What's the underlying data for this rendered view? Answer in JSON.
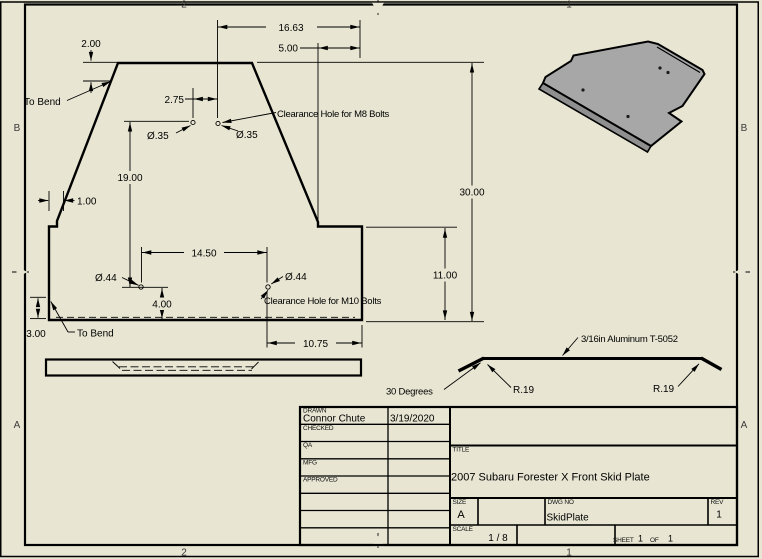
{
  "colors": {
    "background": "#e8e6d3",
    "line": "#000000",
    "part_top_face": "#a7a7a7",
    "part_flange": "#8f8f8f"
  },
  "zones": {
    "top_left": "2",
    "top_right": "1",
    "bottom_left": "2",
    "bottom_right": "1",
    "left_upper": "B",
    "left_lower": "A",
    "right_upper": "B",
    "right_lower": "A"
  },
  "front_view": {
    "dim_2_00": "2.00",
    "dim_16_63": "16.63",
    "dim_5_00": "5.00",
    "dim_2_75": "2.75",
    "dia_35_left": "Ø.35",
    "dia_35_right": "Ø.35",
    "note_m8": "Clearance Hole for M8 Bolts",
    "dim_19_00": "19.00",
    "dim_1_00": "1.00",
    "dim_14_50": "14.50",
    "dia_44_left": "Ø.44",
    "dia_44_right": "Ø.44",
    "note_m10": "Clearance Hole for M10 Bolts",
    "dim_4_00": "4.00",
    "dim_3_00": "3.00",
    "dim_10_75": "10.75",
    "dim_11_00": "11.00",
    "dim_30_00": "30.00",
    "note_to_bend_top": "To Bend",
    "note_to_bend_bottom": "To Bend"
  },
  "side_view": {
    "note_material": "3/16in Aluminum T-5052",
    "note_angle": "30 Degrees",
    "radius_left": "R.19",
    "radius_right": "R.19"
  },
  "title_block": {
    "drawn_label": "DRAWN",
    "drawn_name": "Connor Chute",
    "drawn_date": "3/19/2020",
    "checked_label": "CHECKED",
    "qa_label": "QA",
    "mfg_label": "MFG",
    "approved_label": "APPROVED",
    "title_label": "TITLE",
    "title": "2007 Subaru Forester X Front Skid Plate",
    "size_label": "SIZE",
    "size": "A",
    "dwg_label": "DWG NO",
    "dwg_no": "SkidPlate",
    "rev_label": "REV",
    "rev": "1",
    "scale_label": "SCALE",
    "scale": "1 / 8",
    "sheet_label": "SHEET",
    "sheet_num": "1",
    "of_label": "OF",
    "of_num": "1"
  }
}
